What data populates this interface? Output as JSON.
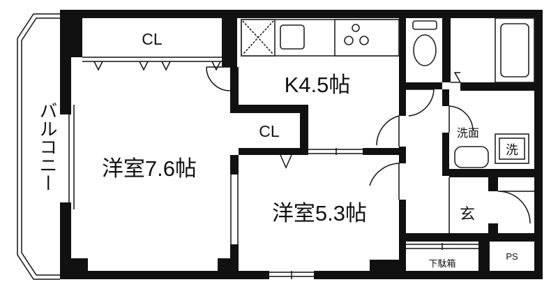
{
  "rooms": {
    "western_large": "洋室7.6帖",
    "western_small": "洋室5.3帖",
    "kitchen": "K4.5帖",
    "closet_top": "CL",
    "closet_mid": "CL",
    "entrance": "玄",
    "washroom": "洗面",
    "washer": "洗",
    "shoe_box": "下駄箱",
    "pipe_space": "PS",
    "balcony": "バルコニー"
  }
}
